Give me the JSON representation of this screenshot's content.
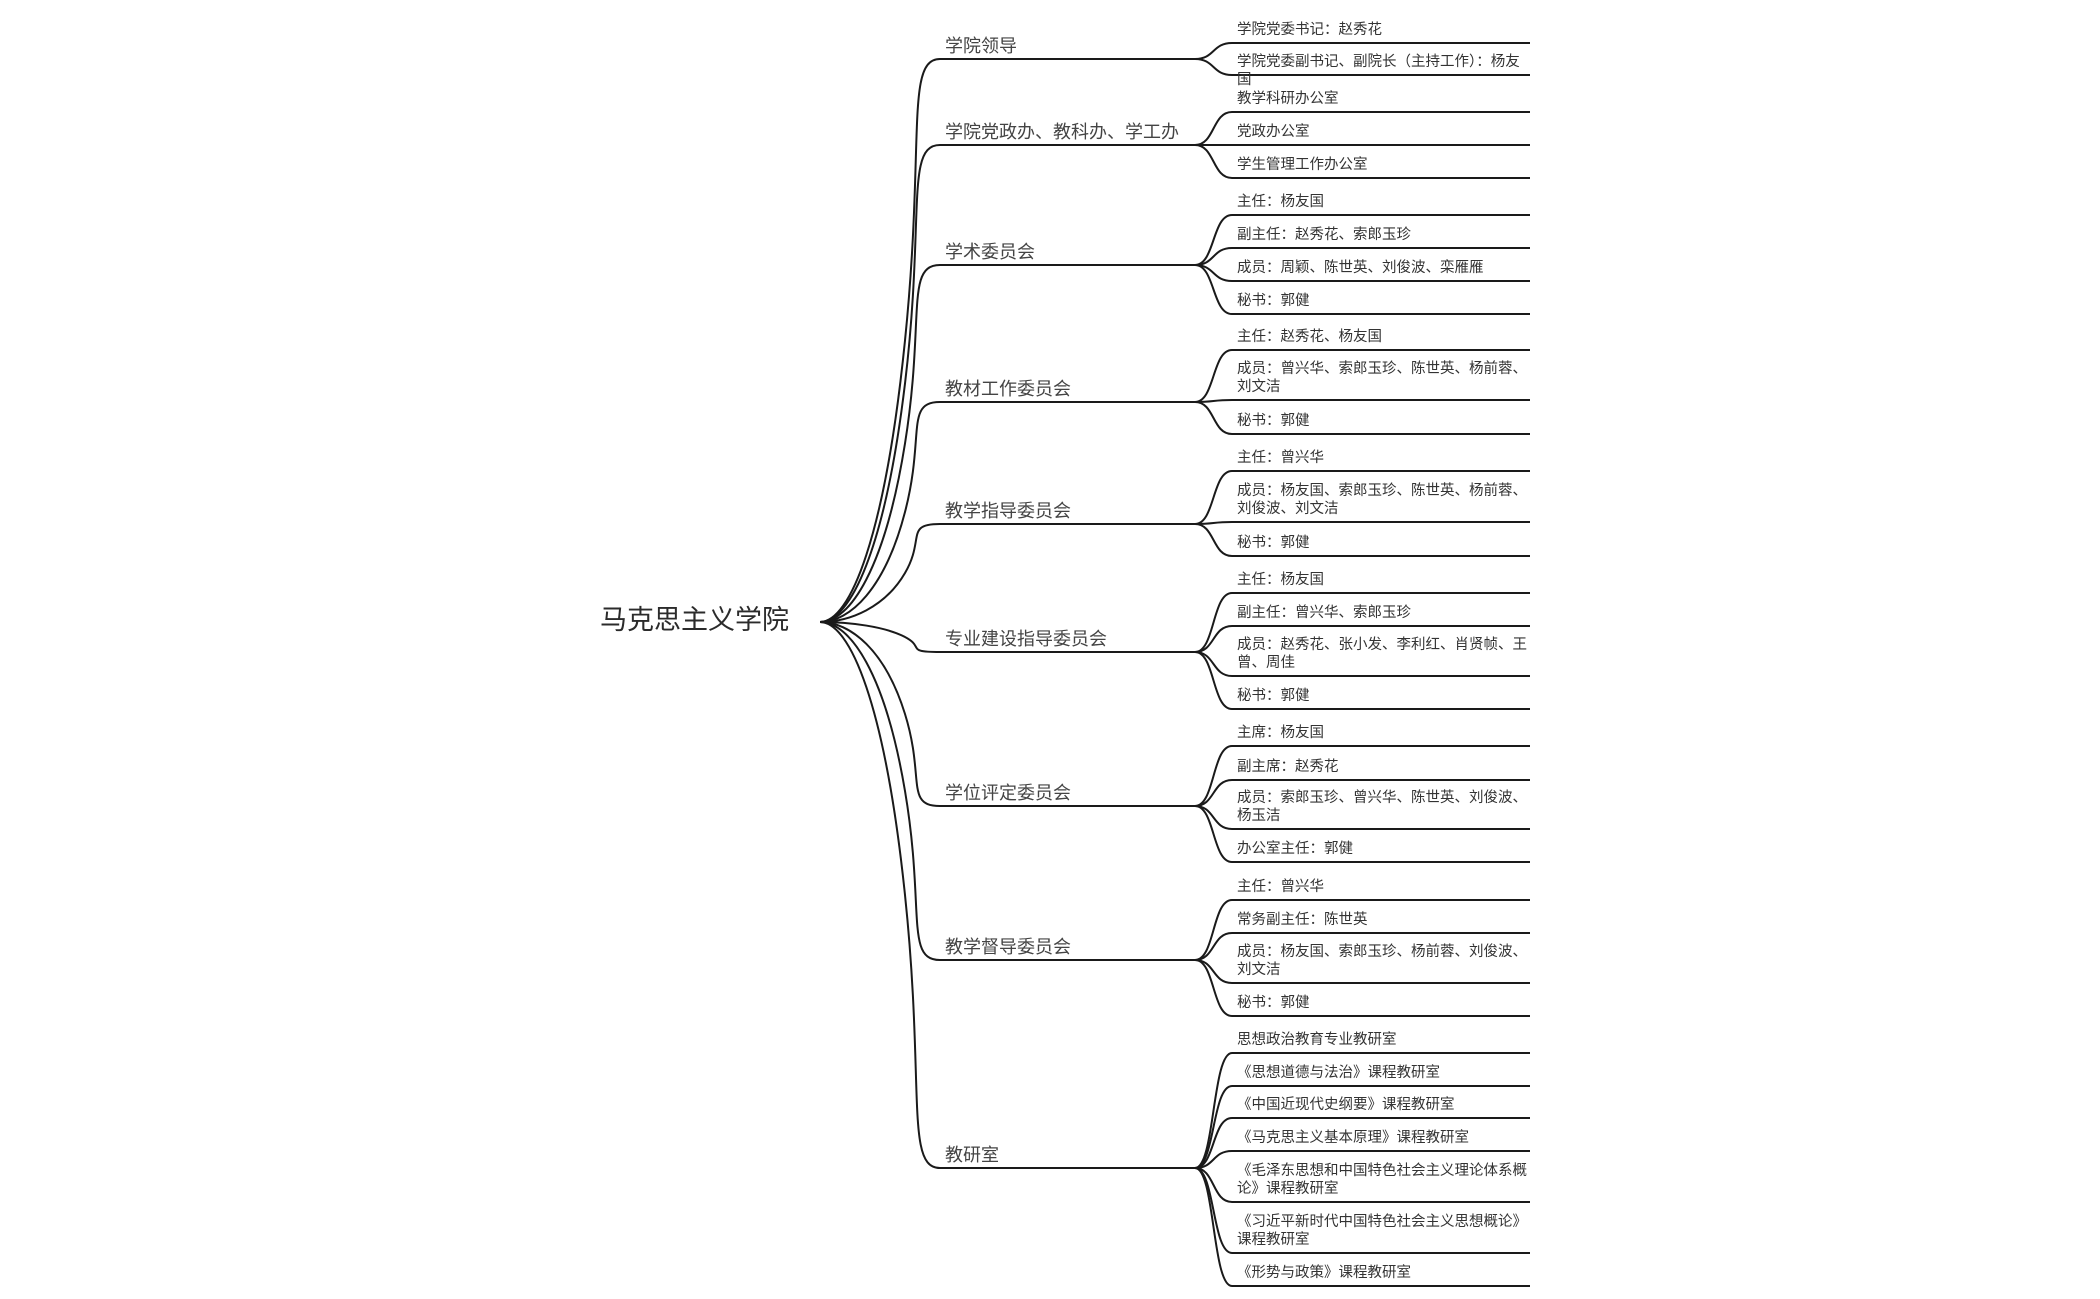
{
  "root": {
    "label": "马克思主义学院"
  },
  "branches": [
    {
      "label": "学院领导",
      "leaves": [
        "学院党委书记：赵秀花",
        "学院党委副书记、副院长（主持工作）：杨友国"
      ]
    },
    {
      "label": "学院党政办、教科办、学工办",
      "leaves": [
        "教学科研办公室",
        "党政办公室",
        "学生管理工作办公室"
      ]
    },
    {
      "label": "学术委员会",
      "leaves": [
        "主任：杨友国",
        "副主任：赵秀花、索郎玉珍",
        "成员：周颖、陈世英、刘俊波、栾雁雁",
        "秘书：郭健"
      ]
    },
    {
      "label": "教材工作委员会",
      "leaves": [
        "主任：赵秀花、杨友国",
        "成员：曾兴华、索郎玉珍、陈世英、杨前蓉、刘文洁",
        "秘书：郭健"
      ]
    },
    {
      "label": "教学指导委员会",
      "leaves": [
        "主任：曾兴华",
        "成员：杨友国、索郎玉珍、陈世英、杨前蓉、刘俊波、刘文洁",
        "秘书：郭健"
      ]
    },
    {
      "label": "专业建设指导委员会",
      "leaves": [
        "主任：杨友国",
        "副主任：曾兴华、索郎玉珍",
        "成员：赵秀花、张小发、李利红、肖贤帧、王曾、周佳",
        "秘书：郭健"
      ]
    },
    {
      "label": "学位评定委员会",
      "leaves": [
        "主席：杨友国",
        "副主席：赵秀花",
        "成员：索郎玉珍、曾兴华、陈世英、刘俊波、杨玉洁",
        "办公室主任：郭健"
      ]
    },
    {
      "label": "教学督导委员会",
      "leaves": [
        "主任：曾兴华",
        "常务副主任：陈世英",
        "成员：杨友国、索郎玉珍、杨前蓉、刘俊波、刘文洁",
        "秘书：郭健"
      ]
    },
    {
      "label": "教研室",
      "leaves": [
        "思想政治教育专业教研室",
        "《思想道德与法治》课程教研室",
        "《中国近现代史纲要》课程教研室",
        "《马克思主义基本原理》课程教研室",
        "《毛泽东思想和中国特色社会主义理论体系概论》课程教研室",
        "《习近平新时代中国特色社会主义思想概论》课程教研室",
        "《形势与政策》课程教研室"
      ]
    }
  ],
  "colors": {
    "line": "#1a1a1a",
    "text": "#333333"
  }
}
